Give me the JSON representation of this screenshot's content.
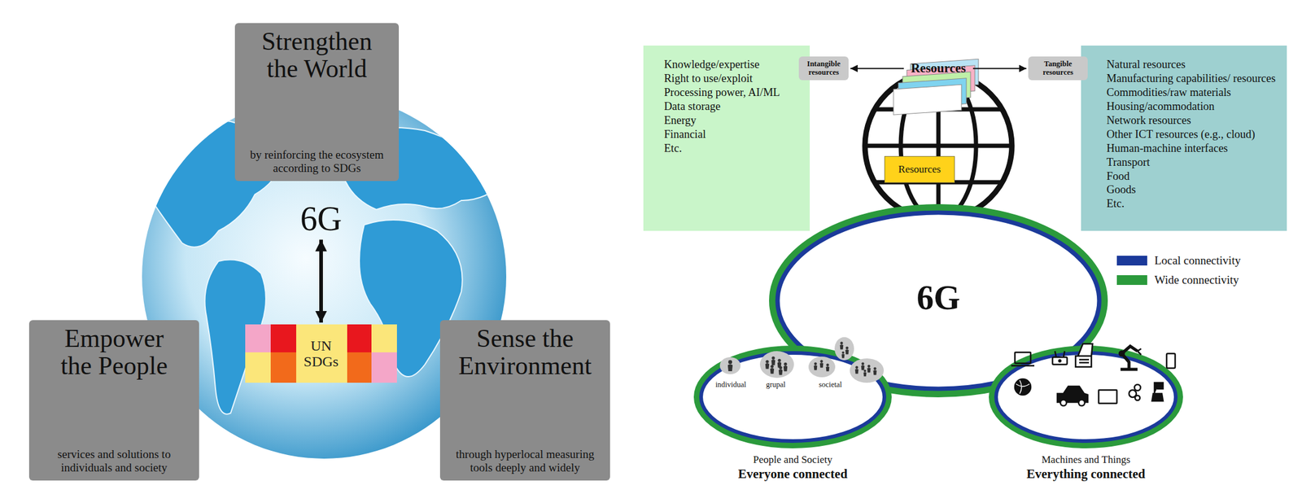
{
  "diagram": {
    "nodes": [
      {
        "text": [
          "Strengthen the World",
          "by reinforcing the ecosystem according to SDGs"
        ]
      },
      {
        "text": [
          "6G"
        ]
      },
      {
        "text": [
          "UN SDGs"
        ]
      },
      {
        "text": [
          "Empower the People",
          "services and solutions to individuals and society"
        ]
      },
      {
        "text": [
          "Sense the Environment",
          "through hyperlocal measuring tools deeply and widely"
        ]
      },
      {
        "text": [
          "Knowledge/expertise",
          "Right to use/exploit",
          "Processing power, AI/ML",
          "Data storage",
          "Energy",
          "Financial",
          "Etc."
        ]
      },
      {
        "text": [
          "Intangible resources"
        ]
      },
      {
        "text": [
          "Resources"
        ]
      },
      {
        "text": [
          "Tangible resources"
        ]
      },
      {
        "text": [
          "Natural resources",
          "Manufacturing capabilities/ resources",
          "Commodities/raw materials",
          "Housing/acommodation",
          "Network resources",
          "Other ICT resources (e.g., cloud)",
          "Human-machine interfaces",
          "Transport",
          "Food",
          "Goods",
          "Etc."
        ]
      },
      {
        "text": [
          "Resources"
        ]
      },
      {
        "text": [
          "6G"
        ]
      },
      {
        "text": [
          "People and Society",
          "Everyone connected"
        ]
      },
      {
        "text": [
          "Machines and Things",
          "Everything connected"
        ]
      }
    ],
    "edges": [
      {
        "from": 1,
        "to": 2,
        "arrow": "both"
      },
      {
        "from": 7,
        "to": 6,
        "arrow": "to"
      },
      {
        "from": 7,
        "to": 8,
        "arrow": "to"
      }
    ],
    "labels": [
      "individual",
      "grupal",
      "societal"
    ],
    "legend": [
      {
        "text": "Local connectivity",
        "color": "#1b3a9a"
      },
      {
        "text": "Wide connectivity",
        "color": "#2b9a3c"
      }
    ]
  }
}
